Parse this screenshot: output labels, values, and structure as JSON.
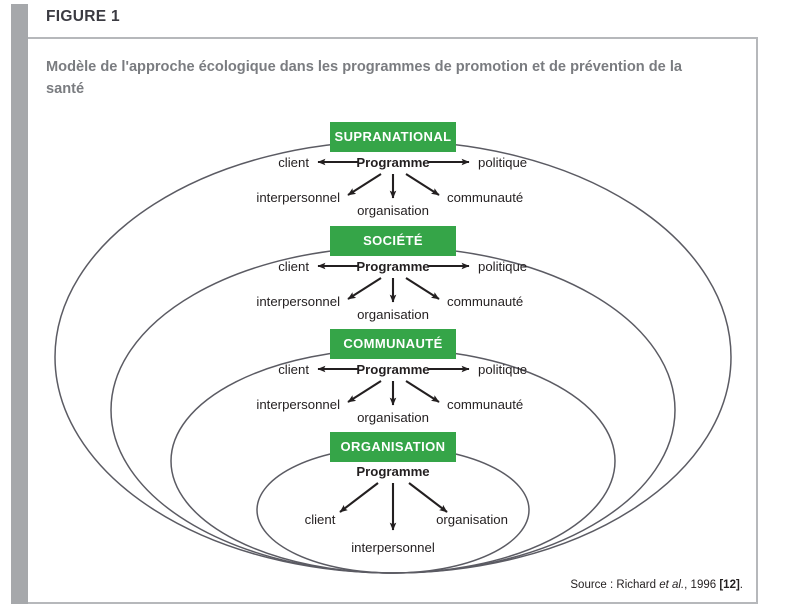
{
  "figure": {
    "label": "FIGURE 1",
    "title": "Modèle de l'approche écologique dans les programmes de promotion et de prévention de la santé",
    "source_prefix": "Source : Richard ",
    "source_italic": "et al.",
    "source_middle": ", 1996 ",
    "source_ref": "[12]",
    "source_suffix": "."
  },
  "colors": {
    "chip_green": "#35a548",
    "accent_gray": "#a6a8ab",
    "border_gray": "#b6b8bb",
    "title_gray": "#7a7c80",
    "ellipse_stroke": "#5b5b63",
    "text_black": "#231f20"
  },
  "diagram": {
    "type": "nested-ecological-model",
    "levels": [
      {
        "id": "supranational",
        "chip": "SUPRANATIONAL",
        "center": "Programme",
        "left": "client",
        "right": "politique",
        "down_left": "interpersonnel",
        "down": "organisation",
        "down_right": "communauté"
      },
      {
        "id": "societe",
        "chip": "SOCIÉTÉ",
        "center": "Programme",
        "left": "client",
        "right": "politique",
        "down_left": "interpersonnel",
        "down": "organisation",
        "down_right": "communauté"
      },
      {
        "id": "communaute",
        "chip": "COMMUNAUTÉ",
        "center": "Programme",
        "left": "client",
        "right": "politique",
        "down_left": "interpersonnel",
        "down": "organisation",
        "down_right": "communauté"
      },
      {
        "id": "organisation",
        "chip": "ORGANISATION",
        "center": "Programme",
        "left": "",
        "right": "",
        "down_left": "client",
        "down": "interpersonnel",
        "down_right": "organisation"
      }
    ]
  }
}
